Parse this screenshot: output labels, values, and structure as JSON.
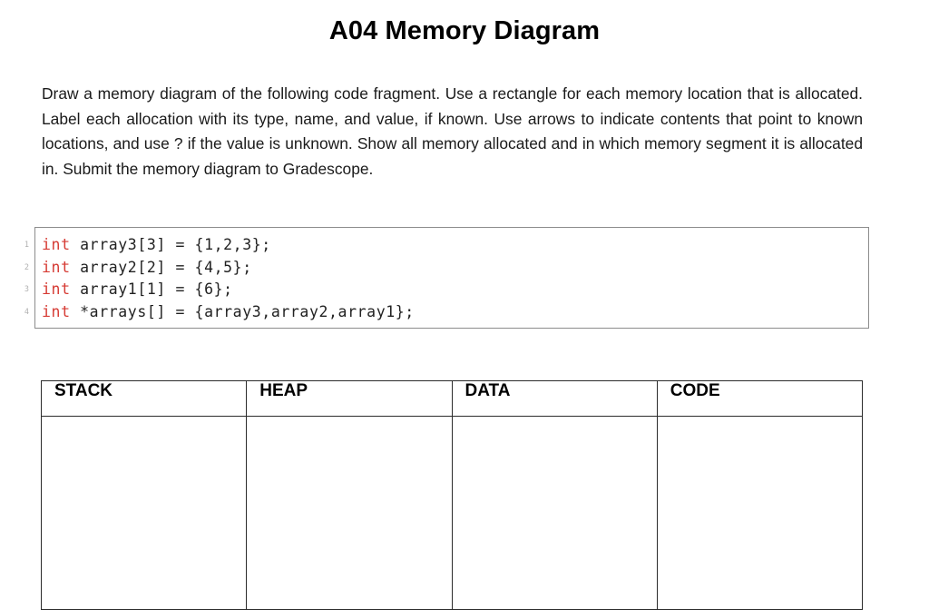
{
  "document": {
    "title": "A04 Memory Diagram",
    "instructions": "Draw a memory diagram of the following code fragment.  Use a rectangle for each memory location that is allocated.  Label each allocation with its type, name, and value, if known.  Use arrows to indicate contents that point to known locations, and use ?  if the value is unknown.  Show all memory allocated and in which memory segment it is allocated in. Submit the memory diagram to Gradescope."
  },
  "code_block": {
    "language_keyword_color": "#d63b34",
    "lines": [
      {
        "number": "1",
        "keyword": "int",
        "rest": " array3[3] = {1,2,3};"
      },
      {
        "number": "2",
        "keyword": "int",
        "rest": " array2[2] = {4,5};"
      },
      {
        "number": "3",
        "keyword": "int",
        "rest": " array1[1] = {6};"
      },
      {
        "number": "4",
        "keyword": "int",
        "rest": " *arrays[] = {array3,array2,array1};"
      }
    ]
  },
  "memory_table": {
    "headers": [
      "STACK",
      "HEAP",
      "DATA",
      "CODE"
    ],
    "rows": [
      [
        "",
        "",
        "",
        ""
      ]
    ]
  }
}
